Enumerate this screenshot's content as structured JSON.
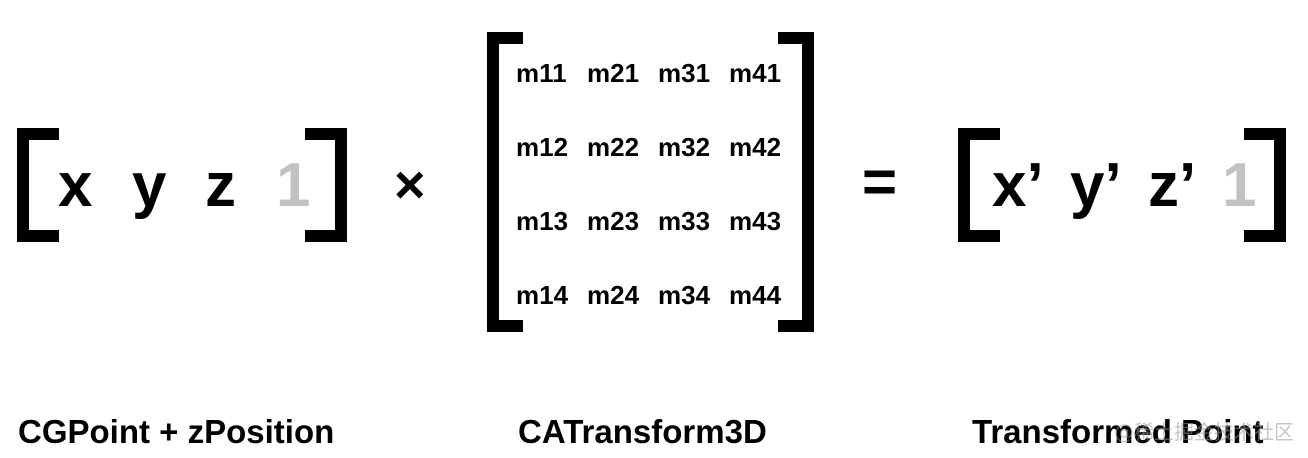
{
  "input_vector": {
    "components": [
      "x",
      "y",
      "z",
      "1"
    ]
  },
  "operators": {
    "multiply": "×",
    "equals": "="
  },
  "matrix": {
    "rows": [
      [
        "m11",
        "m21",
        "m31",
        "m41"
      ],
      [
        "m12",
        "m22",
        "m32",
        "m42"
      ],
      [
        "m13",
        "m23",
        "m33",
        "m43"
      ],
      [
        "m14",
        "m24",
        "m34",
        "m44"
      ]
    ]
  },
  "output_vector": {
    "components": [
      "x’",
      "y’",
      "z’",
      "1"
    ]
  },
  "captions": {
    "input": "CGPoint + zPosition",
    "matrix": "CATransform3D",
    "output": "Transformed Point"
  },
  "watermark": "@稀土掘金技术社区",
  "colors": {
    "text": "#000000",
    "homogeneous_one": "#c2c2c2"
  }
}
